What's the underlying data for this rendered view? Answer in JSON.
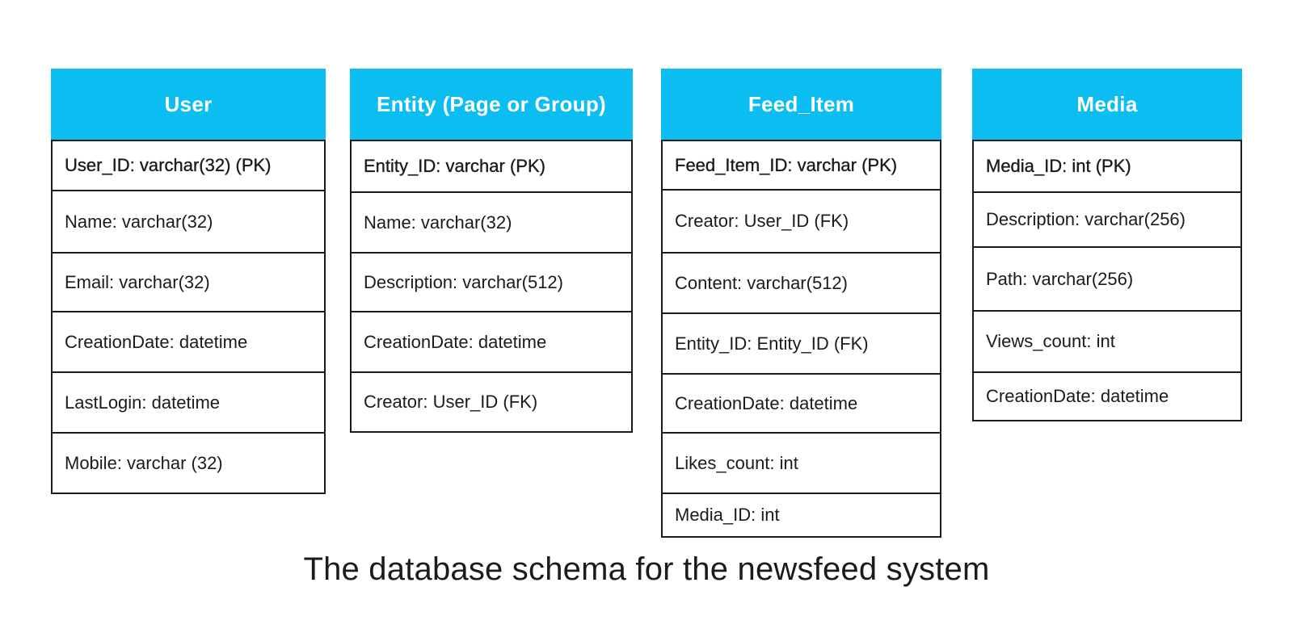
{
  "diagram": {
    "caption": "The database schema for the newsfeed system",
    "colors": {
      "header_bg": "#0bbdf1",
      "header_text": "#ffffff",
      "border": "#1b1b1b",
      "text": "#1b1b1b",
      "background": "#ffffff"
    },
    "tables": [
      {
        "title": "User",
        "fields": [
          "User_ID: varchar(32) (PK)",
          "Name: varchar(32)",
          "Email: varchar(32)",
          "CreationDate: datetime",
          "LastLogin: datetime",
          "Mobile: varchar (32)"
        ]
      },
      {
        "title": "Entity (Page or Group)",
        "fields": [
          "Entity_ID: varchar (PK)",
          "Name: varchar(32)",
          "Description: varchar(512)",
          "CreationDate: datetime",
          "Creator: User_ID (FK)"
        ]
      },
      {
        "title": "Feed_Item",
        "fields": [
          "Feed_Item_ID: varchar (PK)",
          "Creator: User_ID (FK)",
          "Content: varchar(512)",
          "Entity_ID: Entity_ID (FK)",
          "CreationDate: datetime",
          "Likes_count: int",
          "Media_ID: int"
        ]
      },
      {
        "title": "Media",
        "fields": [
          "Media_ID: int (PK)",
          "Description: varchar(256)",
          "Path: varchar(256)",
          "Views_count: int",
          "CreationDate: datetime"
        ]
      }
    ]
  }
}
